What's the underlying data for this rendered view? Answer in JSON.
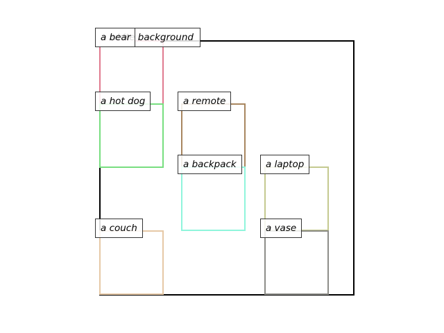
{
  "background": {
    "label": "a white background",
    "border_color": "#000000"
  },
  "boxes": [
    {
      "id": "bear",
      "label": "a bear",
      "color": "#e07a8f"
    },
    {
      "id": "hot-dog",
      "label": "a hot dog",
      "color": "#77de7f"
    },
    {
      "id": "remote",
      "label": "a remote",
      "color": "#a8865f"
    },
    {
      "id": "backpack",
      "label": "a backpack",
      "color": "#8ff5dc"
    },
    {
      "id": "laptop",
      "label": "a laptop",
      "color": "#c4c98f"
    },
    {
      "id": "couch",
      "label": "a couch",
      "color": "#e6c8a6"
    },
    {
      "id": "vase",
      "label": "a vase",
      "color": "#8d8d88"
    }
  ]
}
